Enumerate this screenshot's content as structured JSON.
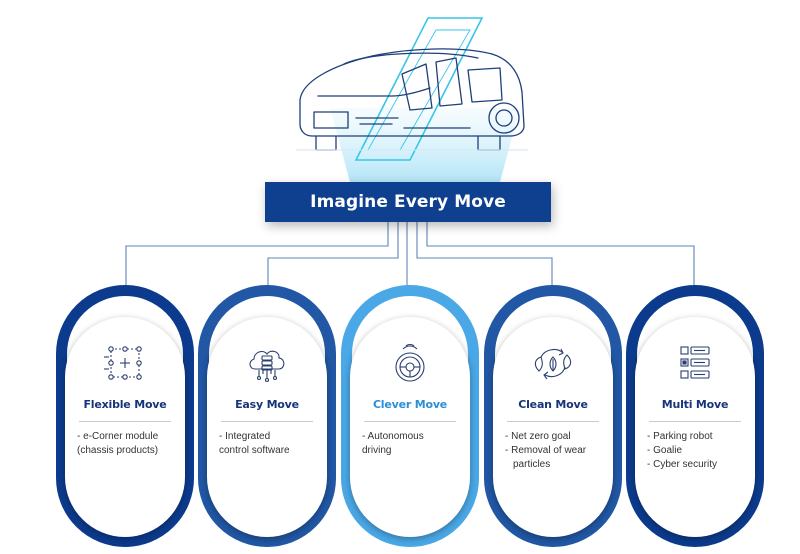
{
  "title": "Imagine Every Move",
  "colors": {
    "navy": "#0f3f8f",
    "mid_blue": "#2157a4",
    "light_blue": "#4aa8e6",
    "cyan": "#38c6e8",
    "line": "#5c84b8"
  },
  "cards": [
    {
      "title": "Flexible Move",
      "icon": "modular-grid-icon",
      "items": [
        "- e-Corner module",
        "(chassis products)"
      ]
    },
    {
      "title": "Easy Move",
      "icon": "cloud-server-icon",
      "items": [
        "- Integrated",
        "control software"
      ]
    },
    {
      "title": "Clever Move",
      "icon": "steering-wheel-icon",
      "items": [
        "- Autonomous",
        "driving"
      ]
    },
    {
      "title": "Clean Move",
      "icon": "recycle-leaves-icon",
      "items": [
        "- Net zero goal",
        "- Removal of wear particles"
      ]
    },
    {
      "title": "Multi Move",
      "icon": "checklist-icon",
      "items": [
        "- Parking robot",
        "- Goalie",
        "- Cyber security"
      ]
    }
  ]
}
